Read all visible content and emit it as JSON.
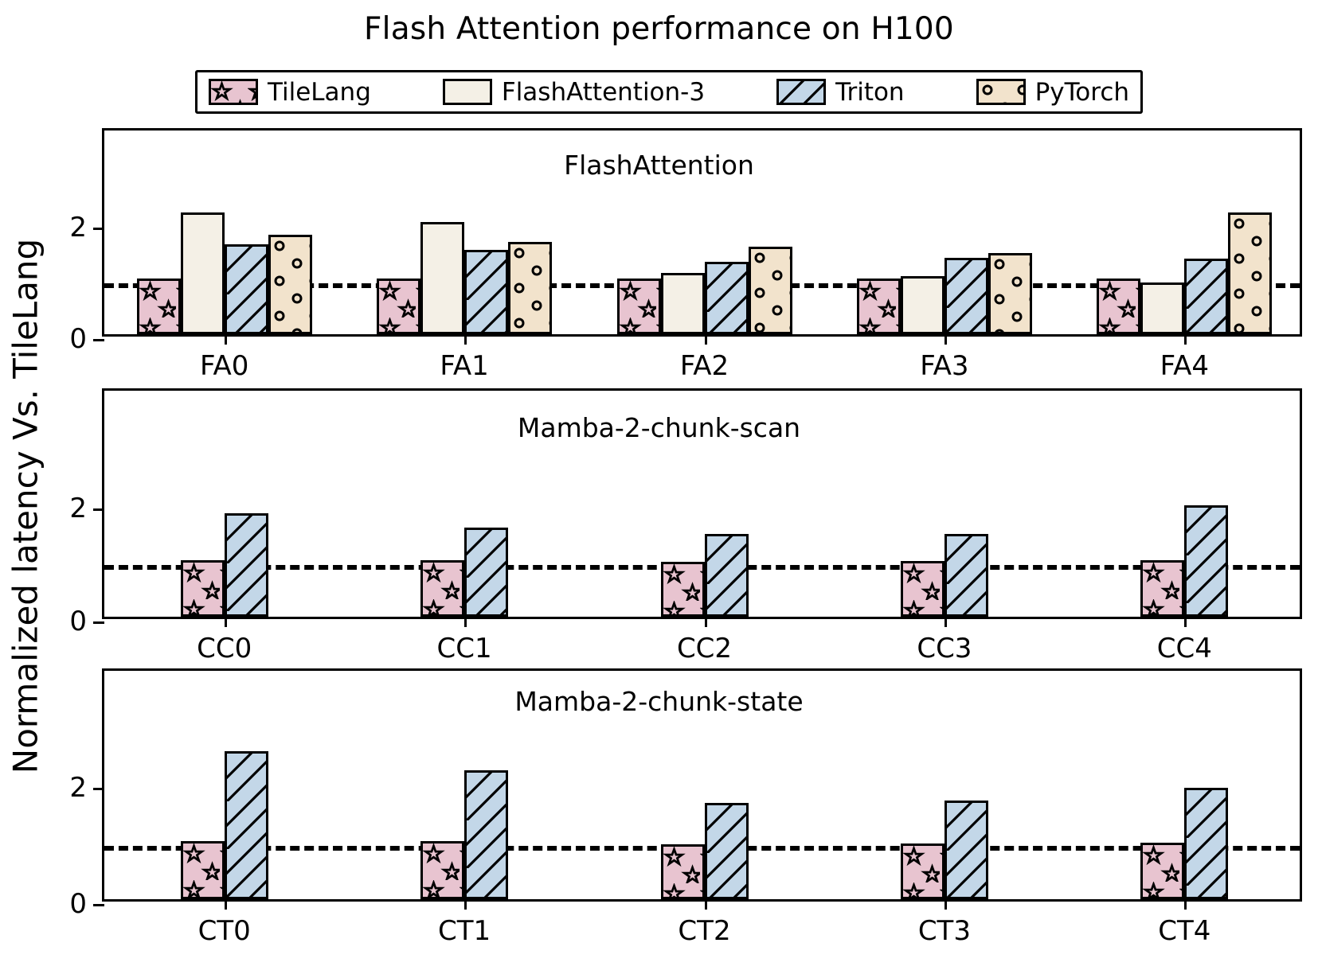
{
  "title": "Flash Attention performance on H100",
  "y_axis_caption": "Normalized latency Vs. TileLang",
  "legend": {
    "entries": [
      {
        "label": "TileLang",
        "color": "#e8c4d0",
        "hatch": "star"
      },
      {
        "label": "FlashAttention-3",
        "color": "#f4f0e6",
        "hatch": "none"
      },
      {
        "label": "Triton",
        "color": "#c3d7e8",
        "hatch": "diagonal"
      },
      {
        "label": "PyTorch",
        "color": "#f2e3cc",
        "hatch": "circle"
      }
    ]
  },
  "chart_data": [
    {
      "type": "bar",
      "title": "FlashAttention",
      "categories": [
        "FA0",
        "FA1",
        "FA2",
        "FA3",
        "FA4"
      ],
      "series": [
        {
          "name": "TileLang",
          "values": [
            1.0,
            1.0,
            1.0,
            1.0,
            1.0
          ]
        },
        {
          "name": "FlashAttention-3",
          "values": [
            2.19,
            2.02,
            1.1,
            1.05,
            0.93
          ]
        },
        {
          "name": "Triton",
          "values": [
            1.62,
            1.51,
            1.3,
            1.37,
            1.36
          ]
        },
        {
          "name": "PyTorch",
          "values": [
            1.78,
            1.66,
            1.57,
            1.46,
            2.18
          ]
        }
      ],
      "yticks": [
        0,
        2
      ],
      "ylim": [
        0,
        2.75
      ],
      "reference_line": 1.0,
      "xlabel": "",
      "ylabel": "Normalized latency Vs. TileLang",
      "grid": false,
      "legend_position": "above figure"
    },
    {
      "type": "bar",
      "title": "Mamba-2-chunk-scan",
      "categories": [
        "CC0",
        "CC1",
        "CC2",
        "CC3",
        "CC4"
      ],
      "series": [
        {
          "name": "TileLang",
          "values": [
            1.0,
            1.0,
            0.97,
            0.98,
            1.0
          ]
        },
        {
          "name": "Triton",
          "values": [
            1.83,
            1.58,
            1.47,
            1.46,
            1.97
          ]
        }
      ],
      "yticks": [
        0,
        2
      ],
      "ylim": [
        0,
        2.75
      ],
      "reference_line": 1.0,
      "xlabel": "",
      "ylabel": "",
      "grid": false
    },
    {
      "type": "bar",
      "title": "Mamba-2-chunk-state",
      "categories": [
        "CT0",
        "CT1",
        "CT2",
        "CT3",
        "CT4"
      ],
      "series": [
        {
          "name": "TileLang",
          "values": [
            1.0,
            1.0,
            0.95,
            0.96,
            0.97
          ]
        },
        {
          "name": "Triton",
          "values": [
            2.55,
            2.22,
            1.66,
            1.7,
            1.92
          ]
        }
      ],
      "yticks": [
        0,
        2
      ],
      "ylim": [
        0,
        2.75
      ],
      "reference_line": 1.0,
      "xlabel": "",
      "ylabel": "",
      "grid": false
    }
  ]
}
